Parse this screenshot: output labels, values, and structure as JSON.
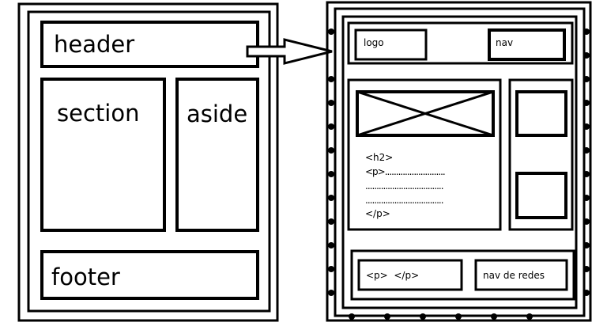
{
  "left": {
    "header": "header",
    "section": "section",
    "aside": "aside",
    "footer": "footer"
  },
  "right": {
    "logo": "logo",
    "nav": "nav",
    "h2": "<h2>",
    "p_line1": "<p>...........................",
    "p_line2": "...................................",
    "p_line3": "...................................",
    "p_close": "</p>",
    "footer_p": "<p>  </p>",
    "nav_redes": "nav de redes"
  }
}
